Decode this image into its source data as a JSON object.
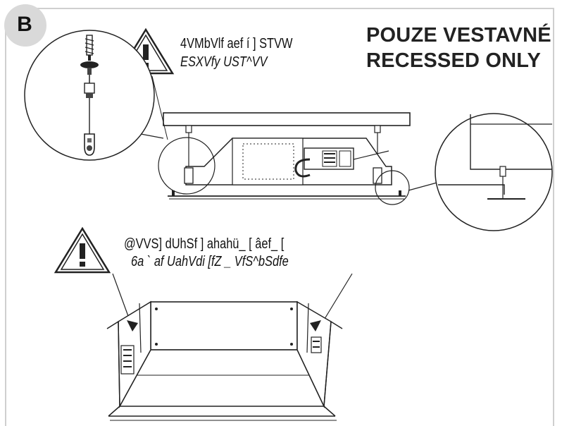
{
  "section_label": "B",
  "title": {
    "line1": "POUZE VESTAVNÉ",
    "line2": "RECESSED ONLY"
  },
  "warning_top": {
    "line1": "4VMbVlf aef í ] STVW",
    "line2": "ESXVfy UST^VV"
  },
  "warning_bottom": {
    "line1": "@VVS] dUhSf ] ahahü_ [ âef_ [",
    "line2": "6a ` af UahVdi [fZ _ VfS^bSdfe"
  },
  "icons": [
    "warning-triangle-icon",
    "warning-triangle-icon"
  ],
  "colors": {
    "line": "#222222",
    "frame": "#cccccc",
    "badge": "#d9d9d9"
  }
}
